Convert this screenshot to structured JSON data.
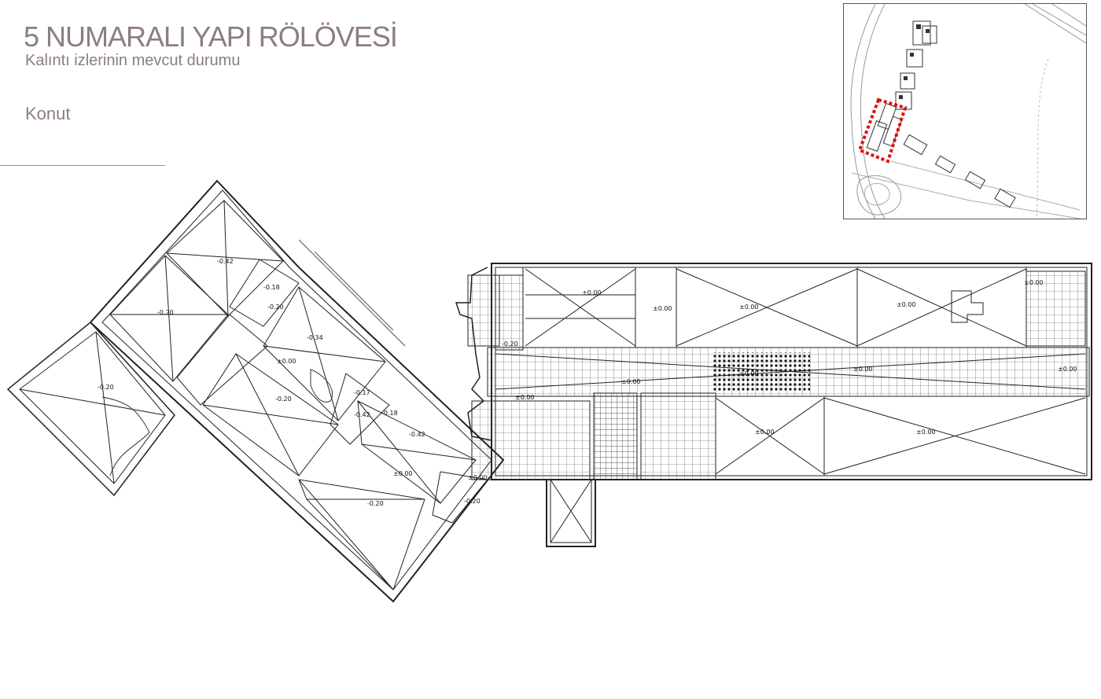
{
  "header": {
    "title": "5 NUMARALI YAPI RÖLÖVESİ",
    "subtitle": "Kalıntı izlerinin mevcut durumu",
    "category": "Konut"
  },
  "colors": {
    "title_color": "#8d7d80",
    "line_color": "#222222",
    "highlight_color": "#dd1111"
  },
  "plan": {
    "elevation_labels": [
      "-0.20",
      "-0.42",
      "-0.20",
      "-0.18",
      "-0.20",
      "-0.34",
      "±0.00",
      "-0.17",
      "-0.42",
      "-0.18",
      "-0.20",
      "-0.42",
      "±0.00",
      "-0.20",
      "±0.00",
      "-0.20",
      "±0.00",
      "±0.00",
      "±0.00",
      "±0.00",
      "±0.00",
      "-0.20",
      "±0.00",
      "±0.00",
      "±0.00",
      "±0.00",
      "±0.00",
      "±0.00",
      "±0.00"
    ]
  }
}
